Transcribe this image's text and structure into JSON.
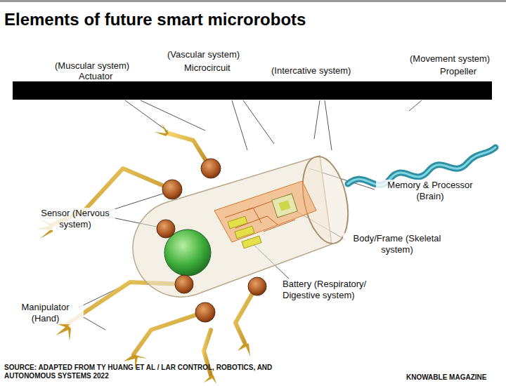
{
  "diagram": {
    "title": "Elements of future smart microrobots",
    "caption": "SOURCE: ADAPTED FROM TY HUANG ET AL / LAR CONTROL, ROBOTICS, AND AUTONOMOUS SYSTEMS 2022",
    "labels": [
      "(Muscular system)",
      "Actuator",
      "(Vascular system)",
      "Microcircuit",
      "(Intercative system)",
      "(Movement system)",
      "Propeller",
      "Memory & Processor (Brain)",
      "Sensor (Nervous system)",
      "Body/Frame (Skeletal system)",
      "Battery (Respiratory/ Digestive system)",
      "Manipulator (Hand)",
      "KNOWABLE MAGAZINE"
    ]
  }
}
